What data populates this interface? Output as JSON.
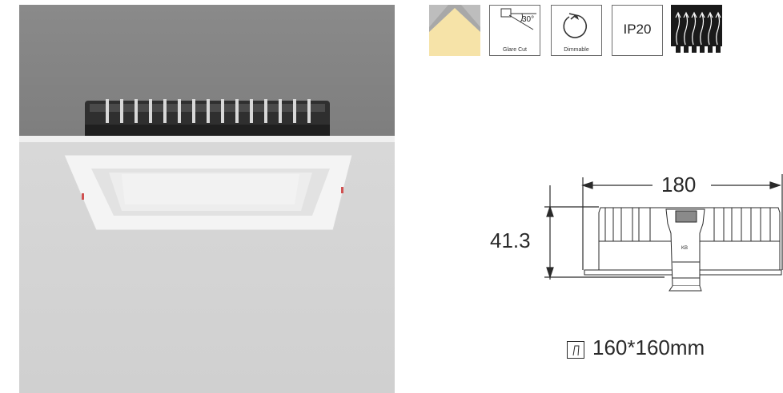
{
  "icons": {
    "glare_cut": {
      "angle": "30°",
      "caption": "Glare Cut"
    },
    "dimmable": {
      "caption": "Dimmable"
    },
    "ip_rating": {
      "label": "IP20"
    }
  },
  "drawing": {
    "width_dim": "180",
    "height_dim": "41.3",
    "cutout": "160*160mm",
    "label_mark": "KB"
  },
  "colors": {
    "warm_light": "#f6e3a8",
    "line": "#2a2a2a"
  }
}
